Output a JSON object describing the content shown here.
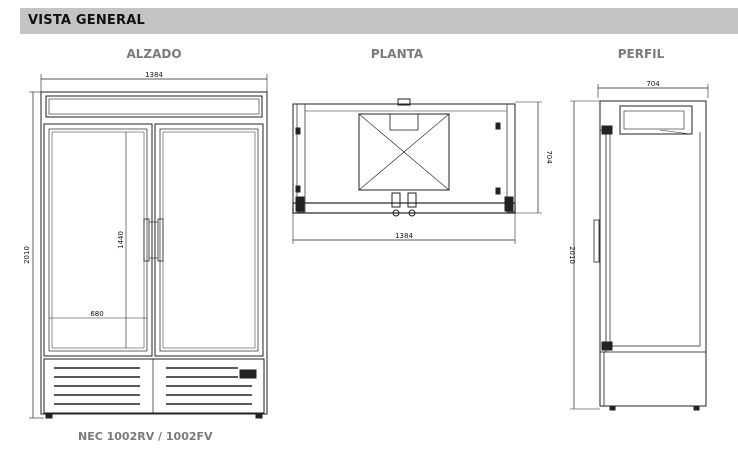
{
  "header": {
    "title": "VISTA GENERAL"
  },
  "views": {
    "alzado": "ALZADO",
    "planta": "PLANTA",
    "perfil": "PERFIL"
  },
  "dimensions": {
    "alzado_width": "1384",
    "alzado_height": "2010",
    "alzado_door_height": "1440",
    "alzado_door_width": "680",
    "planta_width": "1384",
    "planta_depth": "704",
    "perfil_depth": "704",
    "perfil_height": "2010"
  },
  "model": {
    "label": "NEC 1002RV / 1002FV"
  },
  "colors": {
    "header_bg": "#c4c4c4",
    "line": "#222222",
    "label_gray": "#7a7a7a"
  }
}
